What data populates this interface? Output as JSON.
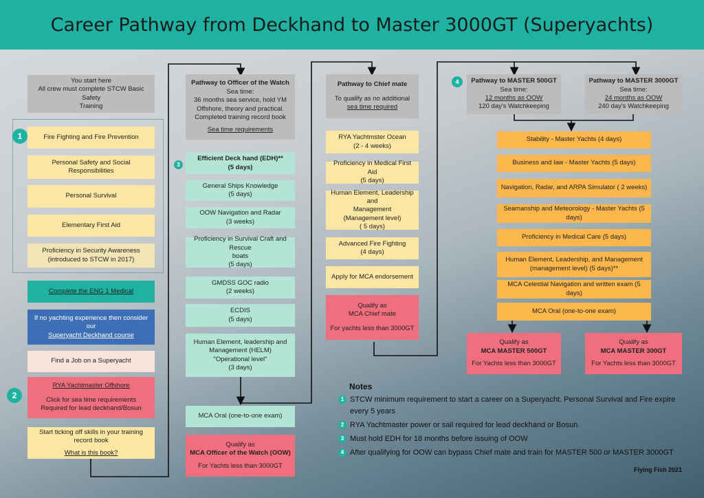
{
  "title": "Career Pathway from Deckhand to Master 3000GT (Superyachts)",
  "col1": {
    "start_l1": "You start here",
    "start_l2": "All crew must complete STCW Basic Safety",
    "start_l3": "Training",
    "badge1": "1",
    "stcw": [
      "Fire Fighting and Fire Prevention",
      "Personal Safety and Social Responsibilities",
      "Personal Survival",
      "Elementary First Aid"
    ],
    "security_l1": "Proficiency in Security Awareness",
    "security_l2": "(introduced to STCW in 2017)",
    "eng1": "Complete the ENG 1 Medical",
    "blue_l1": "If no yachting experience then consider",
    "blue_l2": "our",
    "blue_link": "Superyacht Deckhand course",
    "find_job": "Find a Job on a Superyacht",
    "badge2": "2",
    "rya_link": "RYA Yachtmaster Offshore",
    "rya_l1": "Click for sea time requirements",
    "rya_l2": "Required for lead deckhand/Bosun",
    "tick_l1": "Start ticking off skills in your training",
    "tick_l2": "record book",
    "tick_link": "What is this book?"
  },
  "col2": {
    "head_title": "Pathway to Officer of the Watch",
    "head_l1": "Sea time:",
    "head_l2": "36 months sea service, hold YM",
    "head_l3": "Offshore, theory and practical.",
    "head_l4": "Completed training record book",
    "head_link": "Sea time requirements",
    "badge3": "3",
    "edh_l1": "Efficient Deck hand (EDH)**",
    "edh_l2": "(5 days)",
    "c1_l1": "General Ships Knowledge",
    "c1_l2": "(5 days)",
    "c2_l1": "OOW Navigation and Radar",
    "c2_l2": "(3 weeks)",
    "c3_l1": "Proficiency in Survival Craft and Rescue",
    "c3_l2": "boats",
    "c3_l3": "(5 days)",
    "c4_l1": "GMDSS GOC radio",
    "c4_l2": "(2 weeks)",
    "c5_l1": "ECDIS",
    "c5_l2": "(5 days)",
    "c6_l1": "Human Element, leadership and",
    "c6_l2": "Management (HELM)",
    "c6_l3": "\"Operational level\"",
    "c6_l4": "(3 days)",
    "oral": "MCA Oral (one-to-one exam)",
    "q_l1": "Qualify as",
    "q_l2": "MCA Officer of the Watch (OOW)",
    "q_l3": "For Yachts less than 3000GT"
  },
  "col3": {
    "head_title": "Pathway to Chief mate",
    "head_l1": "To qualify as no additional",
    "head_link": "sea time required",
    "c1_l1": "RYA Yachtmster Ocean",
    "c1_l2": "(2 - 4 weeks)",
    "c2_l1": "Proficiency in Medical First Aid",
    "c2_l2": "(5 days)",
    "c3_l1": "Human Element, Leadership and",
    "c3_l2": "Management",
    "c3_l3": "(Management level)",
    "c3_l4": "( 5 days)",
    "c4_l1": "Advanced Fire Fighting",
    "c4_l2": "(4 days)",
    "c5": "Apply for MCA endorsement",
    "q_l1": "Qualify as",
    "q_l2": "MCA Chief mate",
    "q_l3": "For yachts less than 3000GT"
  },
  "col4": {
    "badge4": "4",
    "m500_title": "Pathway to MASTER 500GT",
    "m500_l1": "Sea time:",
    "m500_link": "12 months as OOW",
    "m500_l2": "120 day's Watchkeeping",
    "m3000_title": "Pathway to MASTER 3000GT",
    "m3000_l1": "Sea time:",
    "m3000_link": "24 months as OOW",
    "m3000_l2": "240 day's Watchkeeping",
    "courses": [
      "Stability - Master Yachts (4 days)",
      "Business and law - Master Yachts (5 days)",
      "Navigation, Radar, and ARPA Simulator ( 2 weeks)",
      "Seamanship and Meteorology - Master Yachts (5 days)",
      "Proficiency in Medical Care (5 days)"
    ],
    "helm_l1": "Human Element, Leadership, and Management",
    "helm_l2": "(management level) (5 days)**",
    "celestial": "MCA Celestial Navigation and written exam (5 days)",
    "oral": "MCA Oral (one-to-one exam)",
    "q500_l1": "Qualify as",
    "q500_l2": "MCA MASTER 500GT",
    "q500_l3": "For Yachts less than 3000GT",
    "q3000_l1": "Qualify as",
    "q3000_l2": "MCA MASTER 300GT",
    "q3000_l3": "For Yachts less than 3000GT"
  },
  "notes": {
    "title": "Notes",
    "items": [
      {
        "num": "1",
        "text": "STCW minimum requirement to start a career on a Superyacht. Personal Survival and Fire expire every 5 years"
      },
      {
        "num": "2",
        "text": "RYA Yachtmaster power or sail required for lead deckhand or Bosun."
      },
      {
        "num": "3",
        "text": "Must hold EDH for 18 months before issuing of OOW"
      },
      {
        "num": "4",
        "text": "After qualifying for OOW can bypass Chief mate and train for MASTER 500 or MASTER 3000GT"
      }
    ]
  },
  "credit": "Flying Fish 2021",
  "colors": {
    "header": "#1fb1a2",
    "grey": "#bcbcbc",
    "yellow": "#fbe6a3",
    "mint": "#b4e4d6",
    "orange": "#fbb74c",
    "pink": "#ef6f7f",
    "blue": "#3d6fb6",
    "teal": "#1fb1a2"
  }
}
